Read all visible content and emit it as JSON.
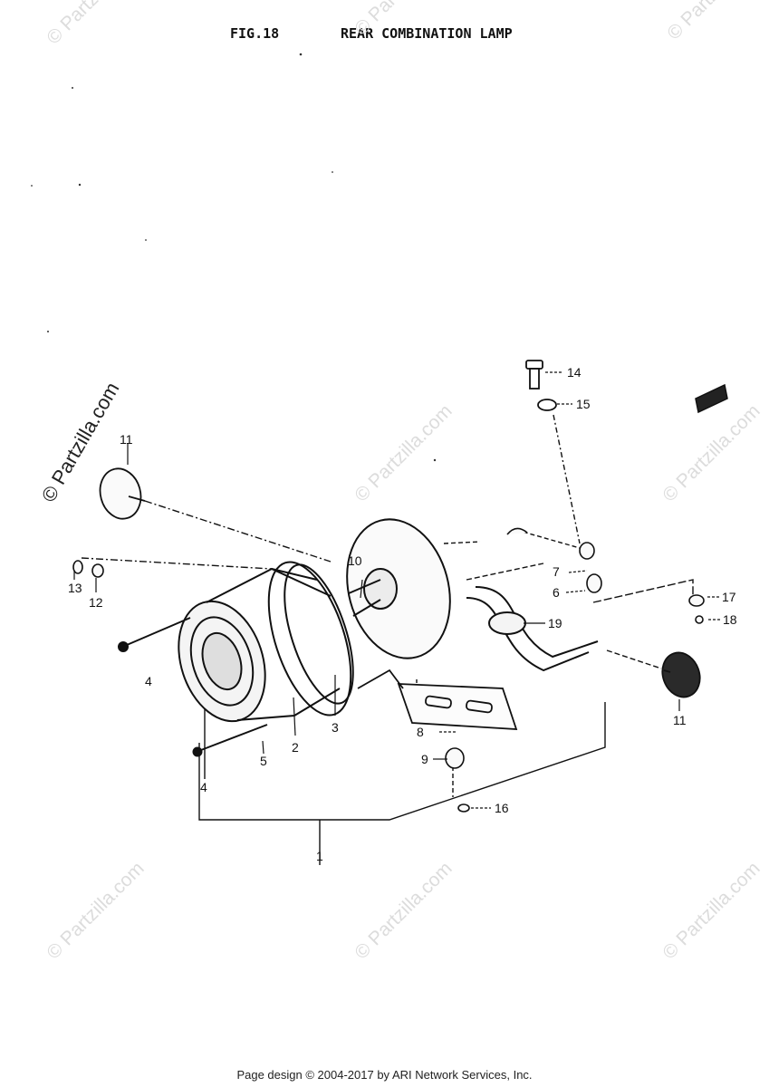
{
  "figure": {
    "number": "FIG.18",
    "title": "REAR COMBINATION LAMP"
  },
  "watermark": {
    "text": "© Partzilla.com"
  },
  "callouts": {
    "c1": "1",
    "c2": "2",
    "c3": "3",
    "c4a": "4",
    "c4b": "4",
    "c5": "5",
    "c6": "6",
    "c7": "7",
    "c8": "8",
    "c9": "9",
    "c10": "10",
    "c11a": "11",
    "c11b": "11",
    "c12": "12",
    "c13": "13",
    "c14": "14",
    "c15": "15",
    "c16": "16",
    "c17": "17",
    "c18": "18",
    "c19": "19"
  },
  "footer": {
    "text": "Page design © 2004-2017 by ARI Network Services, Inc."
  }
}
